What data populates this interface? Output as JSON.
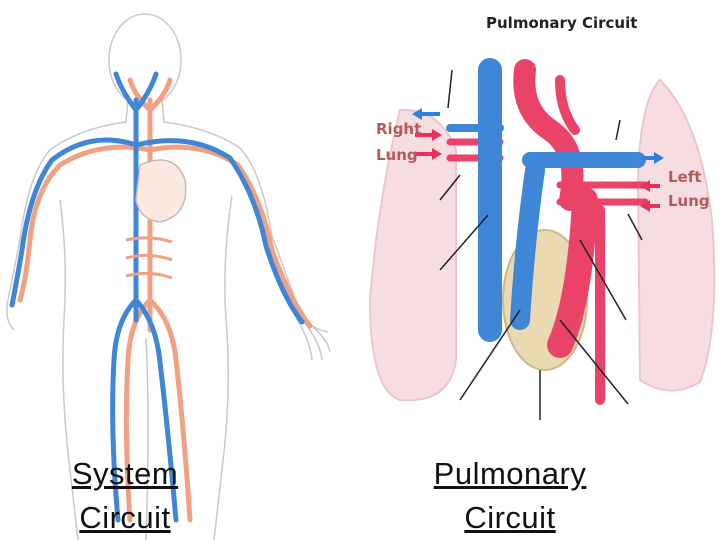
{
  "captions": {
    "system": "System Circuit",
    "pulmonary": "Pulmonary Circuit"
  },
  "pulmonary_diagram": {
    "title": "Pulmonary Circuit",
    "right_lung_line1": "Right",
    "right_lung_line2": "Lung",
    "left_lung_line1": "Left",
    "left_lung_line2": "Lung"
  },
  "colors": {
    "vein_blue": "#3f86d6",
    "artery_red": "#e94367",
    "skin_orange": "#f0a184",
    "lung_pink": "#f6dde2",
    "heart_tan": "#ebd9b2",
    "arrow_blue": "#2f7fe0",
    "arrow_red": "#e8305a"
  }
}
